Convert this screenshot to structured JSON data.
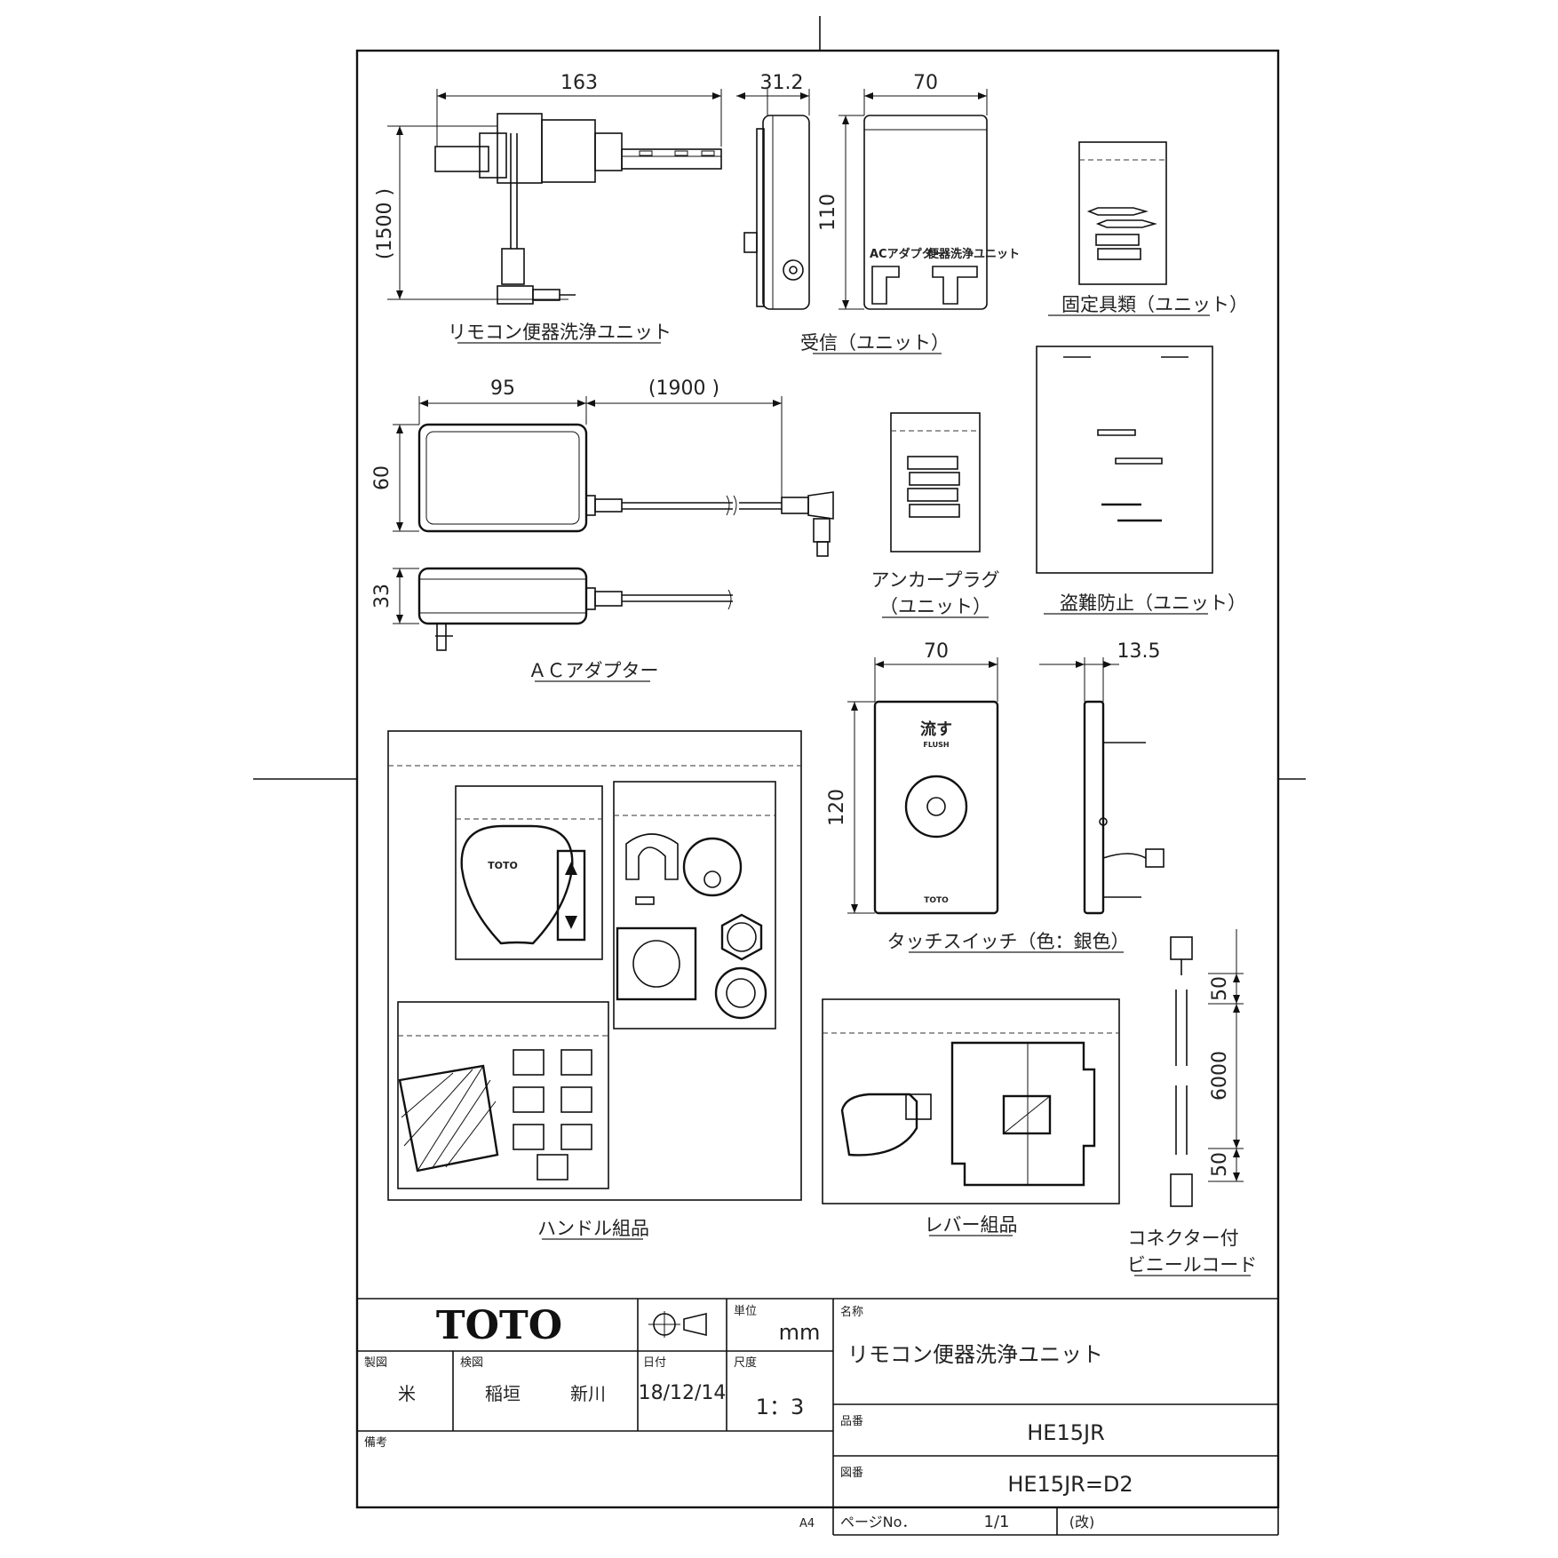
{
  "dims": {
    "remocon_width": "163",
    "remocon_cord": "(1500 )",
    "receiver_depth": "31.2",
    "receiver_width": "70",
    "receiver_height": "110",
    "adapter_width": "95",
    "adapter_cord": "(1900 )",
    "adapter_height": "60",
    "adapter_depth": "33",
    "switch_width": "70",
    "switch_depth": "13.5",
    "switch_height": "120",
    "cord_50_top": "50",
    "cord_6000": "6000",
    "cord_50_bottom": "50"
  },
  "labels": {
    "remocon_unit": "リモコン便器洗浄ユニット",
    "receiver_unit": "受信（ユニット）",
    "fixings": "固定具類（ユニット）",
    "ac_adapter": "ＡＣアダプター",
    "anchor_plug_1": "アンカープラグ",
    "anchor_plug_2": "（ユニット）",
    "anti_theft": "盗難防止（ユニット）",
    "touch_switch": "タッチスイッチ（色：銀色）",
    "handle_set": "ハンドル組品",
    "lever_set": "レバー組品",
    "cord_label_1": "コネクター付",
    "cord_label_2": "ビニールコード"
  },
  "product_text": {
    "receiver_ac": "ACアダプター",
    "receiver_unit": "便器洗浄ユニット",
    "switch_flush_jp": "流す",
    "switch_flush_en": "FLUSH",
    "switch_brand": "TOTO",
    "handle_brand": "TOTO"
  },
  "title_block": {
    "brand": "TOTO",
    "unit_label": "単位",
    "unit_value": "mm",
    "name_label": "名称",
    "name_value": "リモコン便器洗浄ユニット",
    "drawn_label": "製図",
    "drawn_value": "米",
    "checked_label": "検図",
    "checked_value_1": "稲垣",
    "checked_value_2": "新川",
    "date_label": "日付",
    "date_value": "18/12/14",
    "scale_label": "尺度",
    "scale_value": "1：3",
    "part_label": "品番",
    "part_value": "HE15JR",
    "drawing_label": "図番",
    "drawing_value": "HE15JR=D2",
    "remarks_label": "備考",
    "paper_size": "A4",
    "page_label": "ページNo．",
    "page_value": "1/1",
    "revision": "(改)"
  }
}
